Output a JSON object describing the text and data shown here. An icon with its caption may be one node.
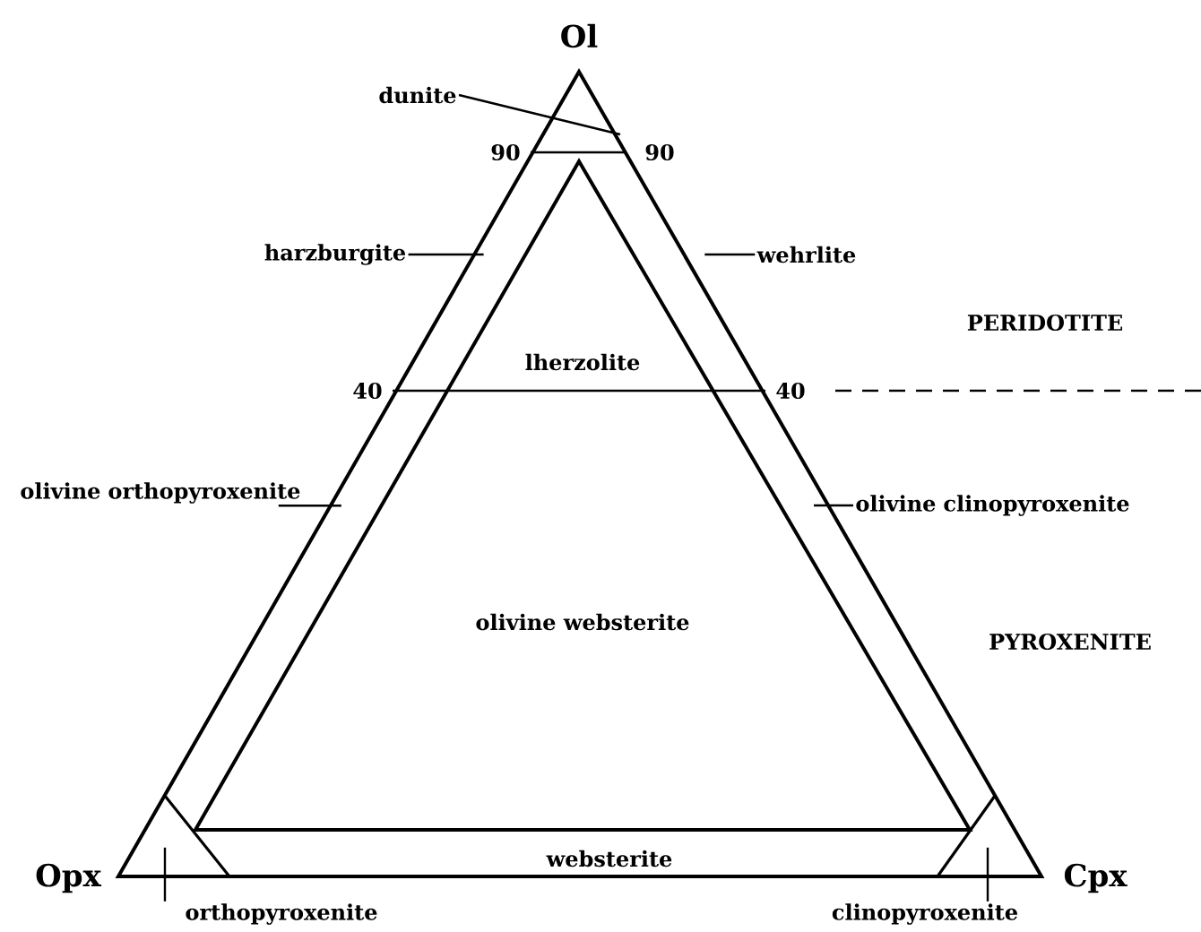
{
  "diagram": {
    "nodes": [
      {
        "text": [
          "dunite"
        ]
      },
      {
        "text": [
          "harzburgite"
        ]
      },
      {
        "text": [
          "wehrlite"
        ]
      },
      {
        "text": [
          "olivine orthopyroxenite"
        ]
      },
      {
        "text": [
          "olivine clinopyroxenite"
        ]
      },
      {
        "text": [
          "orthopyroxenite"
        ]
      },
      {
        "text": [
          "clinopyroxenite"
        ]
      }
    ],
    "edges": [
      {
        "from": 0,
        "to": null,
        "arrow": "none"
      },
      {
        "from": 1,
        "to": null,
        "arrow": "none"
      },
      {
        "from": 2,
        "to": null,
        "arrow": "none"
      },
      {
        "from": 3,
        "to": null,
        "arrow": "none"
      },
      {
        "from": 4,
        "to": null,
        "arrow": "none"
      },
      {
        "from": 5,
        "to": null,
        "arrow": "none"
      },
      {
        "from": 6,
        "to": null,
        "arrow": "none"
      }
    ],
    "labels": [
      "Ol",
      "90",
      "90",
      "PERIDOTITE",
      "lherzolite",
      "40",
      "40",
      "olivine websterite",
      "PYROXENITE",
      "websterite",
      "Opx",
      "Cpx"
    ]
  }
}
